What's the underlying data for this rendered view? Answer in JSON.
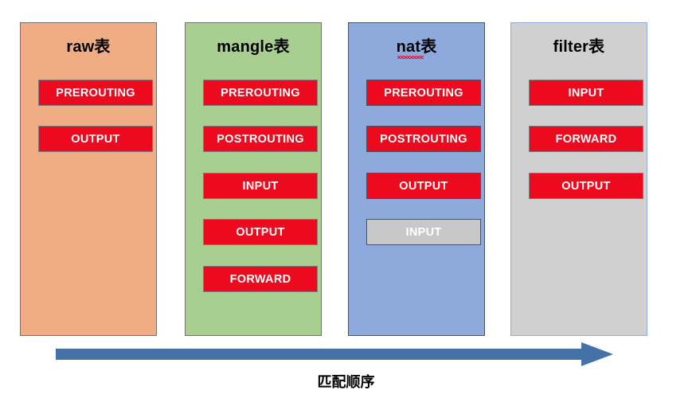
{
  "diagram": {
    "caption": "匹配顺序",
    "arrow": {
      "name": "flow-arrow",
      "color": "#4472A8",
      "direction": "right"
    },
    "colors": {
      "raw_bg": "#F0AC82",
      "mangle_bg": "#A8CE90",
      "nat_bg": "#8EAADC",
      "filter_bg": "#D0D0D0",
      "chain_active": "#EE0A1E",
      "chain_inactive": "#C8C8C8",
      "chain_text": "#FFFFFF",
      "title_text": "#000000",
      "spellcheck_underline": "#E8112D"
    },
    "columns": [
      {
        "id": "raw",
        "title": "raw表",
        "spellcheck": false,
        "chains": [
          {
            "label": "PREROUTING",
            "state": "active"
          },
          {
            "label": "OUTPUT",
            "state": "active"
          }
        ]
      },
      {
        "id": "mangle",
        "title": "mangle表",
        "spellcheck": false,
        "chains": [
          {
            "label": "PREROUTING",
            "state": "active"
          },
          {
            "label": "POSTROUTING",
            "state": "active"
          },
          {
            "label": "INPUT",
            "state": "active"
          },
          {
            "label": "OUTPUT",
            "state": "active"
          },
          {
            "label": "FORWARD",
            "state": "active"
          }
        ]
      },
      {
        "id": "nat",
        "title": "nat表",
        "spellcheck": true,
        "chains": [
          {
            "label": "PREROUTING",
            "state": "active"
          },
          {
            "label": "POSTROUTING",
            "state": "active"
          },
          {
            "label": "OUTPUT",
            "state": "active"
          },
          {
            "label": "INPUT",
            "state": "inactive"
          }
        ]
      },
      {
        "id": "filter",
        "title": "filter表",
        "spellcheck": false,
        "chains": [
          {
            "label": "INPUT",
            "state": "active"
          },
          {
            "label": "FORWARD",
            "state": "active"
          },
          {
            "label": "OUTPUT",
            "state": "active"
          }
        ]
      }
    ]
  }
}
